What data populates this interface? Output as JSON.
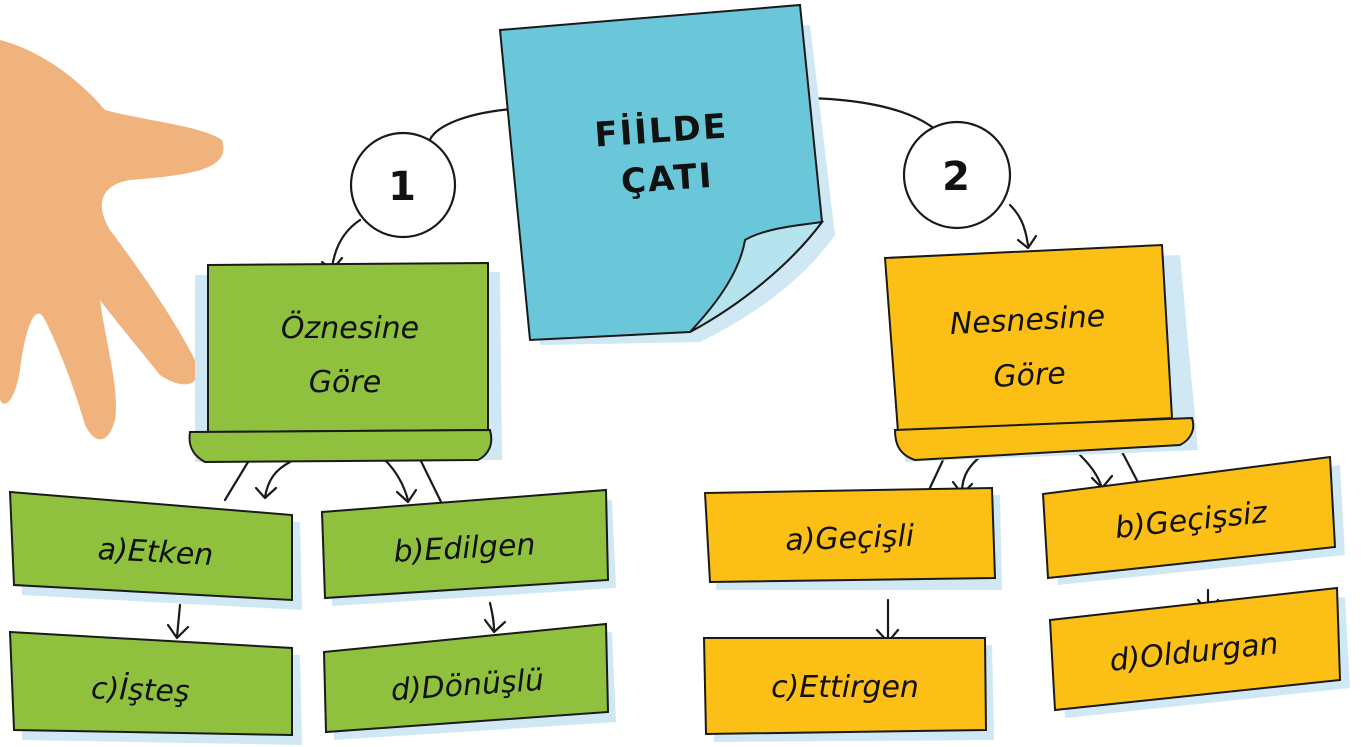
{
  "title": {
    "line1": "FİİLDE",
    "line2": "ÇATI"
  },
  "branches": [
    {
      "number": "1",
      "header_line1": "Öznesine",
      "header_line2": "Göre",
      "items": [
        "a)Etken",
        "b)Edilgen",
        "c)İşteş",
        "d)Dönüşlü"
      ]
    },
    {
      "number": "2",
      "header_line1": "Nesnesine",
      "header_line2": "Göre",
      "items": [
        "a)Geçişli",
        "b)Geçişsiz",
        "c)Ettirgen",
        "d)Oldurgan"
      ]
    }
  ],
  "colors": {
    "green": "#8fc13e",
    "yellow": "#fbbf16",
    "blue": "#6ac6d9",
    "skin": "#f0b37e",
    "shadow": "#cfe8f3"
  }
}
